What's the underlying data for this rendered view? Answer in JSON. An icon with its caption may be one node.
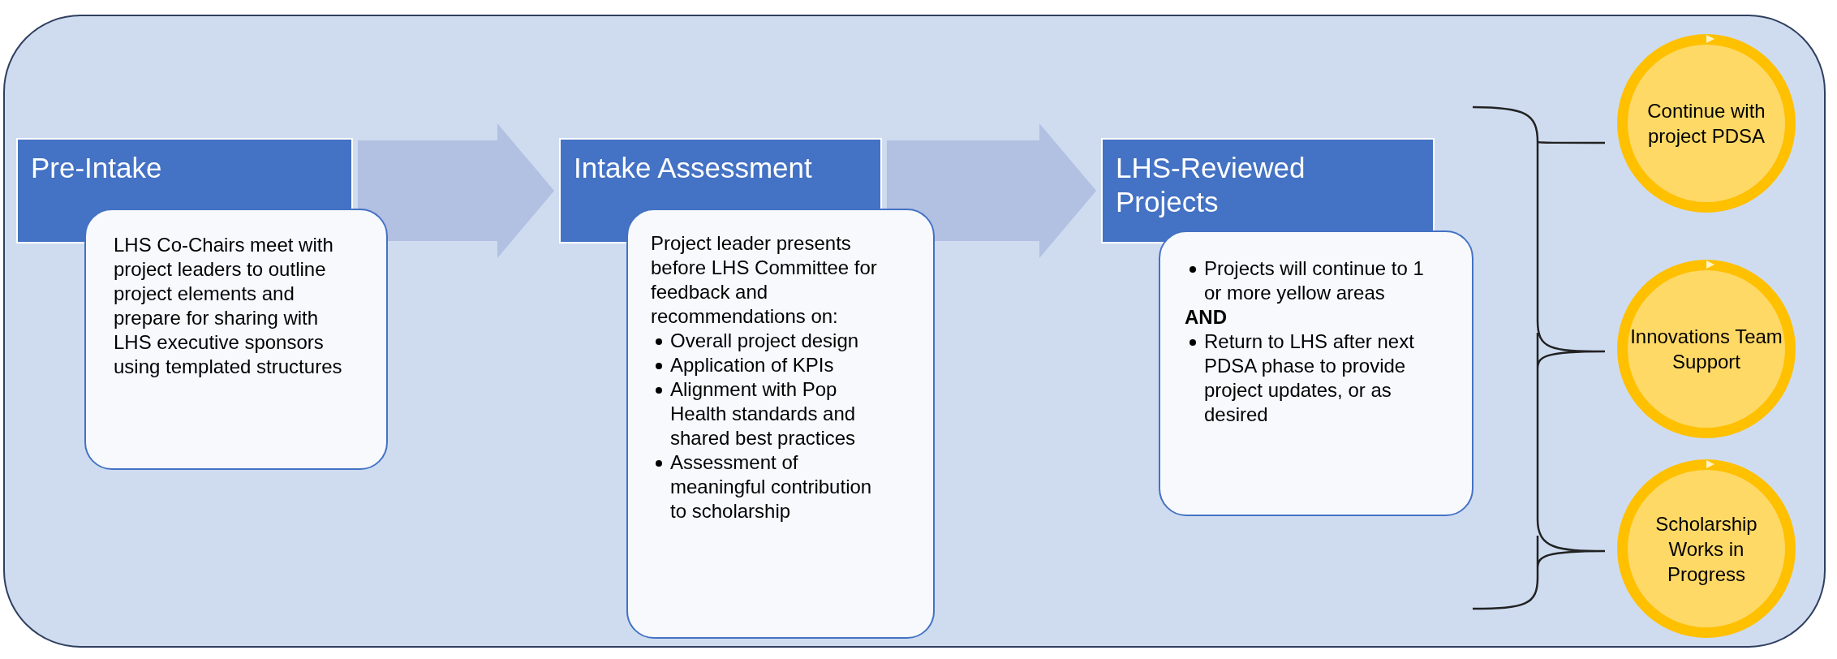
{
  "diagram": {
    "nodes": [
      {
        "text": [
          "Pre-Intake"
        ]
      },
      {
        "text": [
          "LHS Co-Chairs meet with project leaders to outline project elements and prepare for sharing with LHS executive sponsors using templated structures"
        ]
      },
      {
        "text": [
          "Intake Assessment"
        ]
      },
      {
        "text": [
          "Project leader presents before LHS Committee for feedback and recommendations on:",
          "Overall project design",
          "Application of KPIs",
          "Alignment with Pop Health standards and shared best practices",
          "Assessment of meaningful contribution to scholarship"
        ]
      },
      {
        "text": [
          "LHS-Reviewed Projects"
        ]
      },
      {
        "text": [
          "Projects will continue to 1 or more yellow areas",
          "AND",
          "Return to LHS after next PDSA phase to provide project updates, or as desired"
        ]
      },
      {
        "text": [
          "Continue with project PDSA"
        ]
      },
      {
        "text": [
          "Innovations Team Support"
        ]
      },
      {
        "text": [
          "Scholarship Works in Progress"
        ]
      }
    ],
    "edges": [
      {
        "from": 0,
        "to": 2,
        "arrow": "to"
      },
      {
        "from": 2,
        "to": 4,
        "arrow": "to"
      }
    ]
  }
}
